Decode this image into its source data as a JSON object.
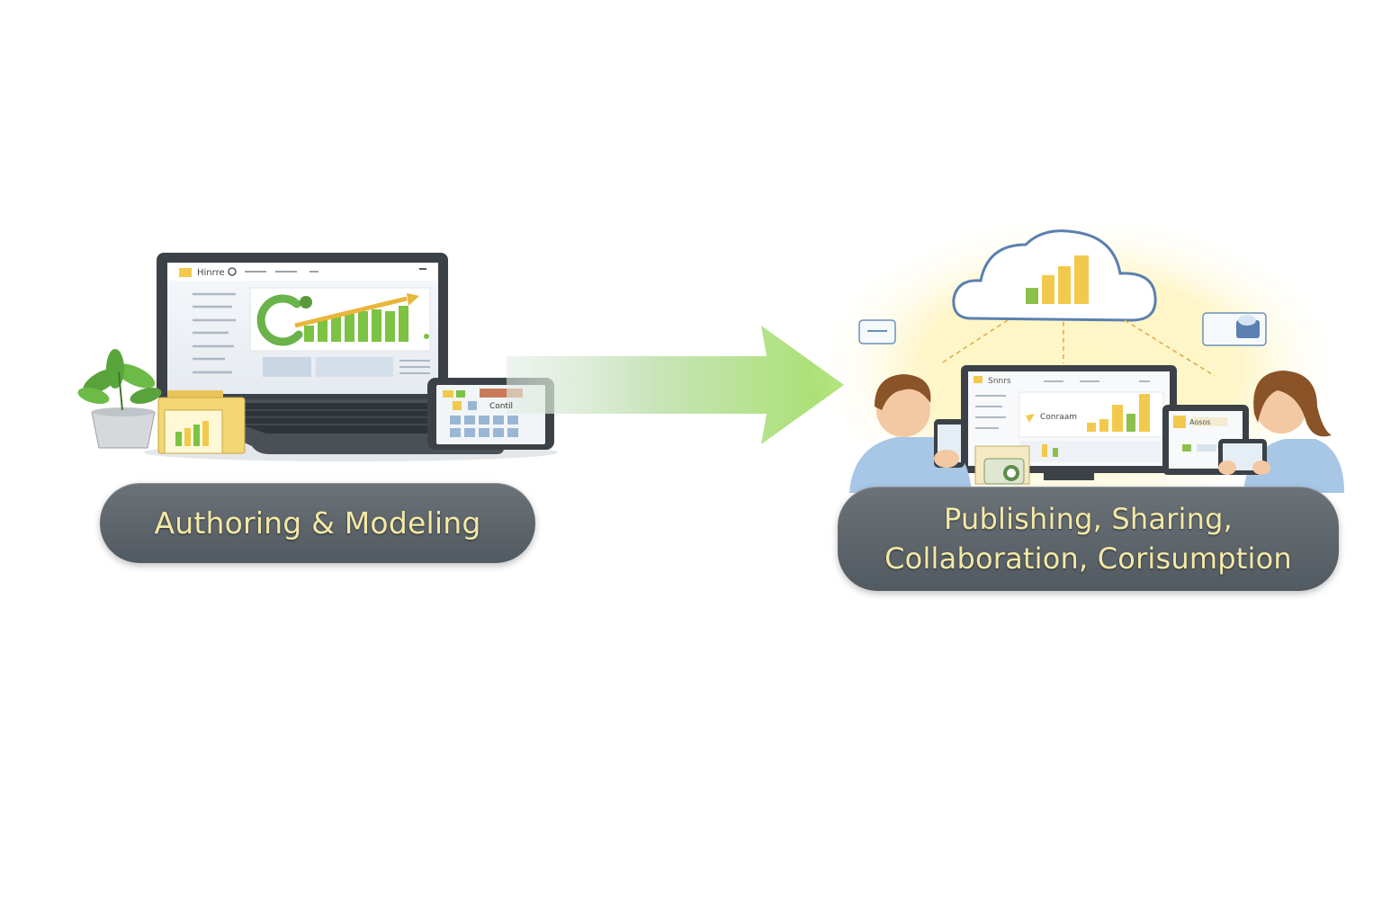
{
  "left_stage": {
    "label": "Authoring & Modeling",
    "laptop_header_text": "Hinrre",
    "tablet_title": "Contil"
  },
  "right_stage": {
    "label_line1": "Publishing, Sharing,",
    "label_line2": "Collaboration, Corisumption",
    "monitor_header_text": "Snnrs",
    "monitor_subtext": "Conraam",
    "small_tablet_text": "Aosos"
  },
  "colors": {
    "pill_bg": "#5c646b",
    "pill_text": "#f3e9a6",
    "green_bar": "#7cc243",
    "yellow_bar": "#f2c94c",
    "arrow_green": "#a6e06a"
  }
}
